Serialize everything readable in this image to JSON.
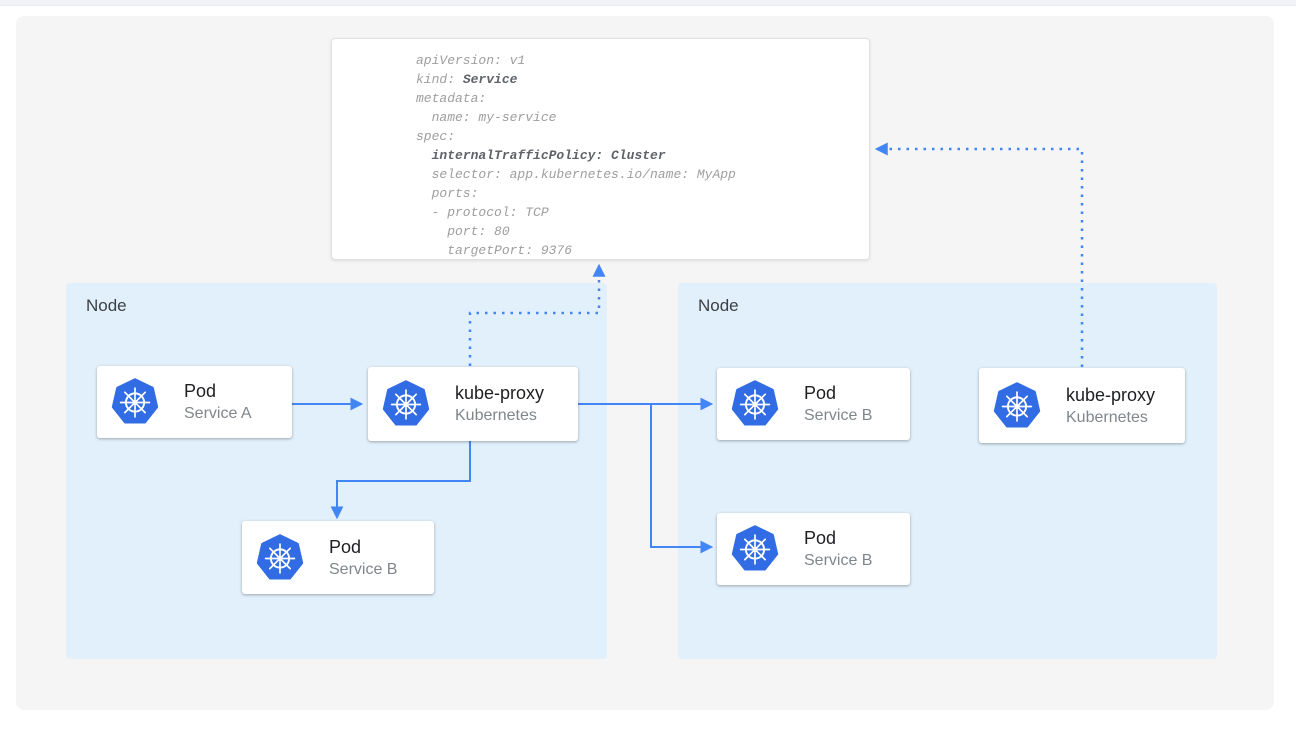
{
  "colors": {
    "arrow_accent": "#4285f4",
    "kubernetes_blue": "#326ce5",
    "node_panel_bg": "#e2f0fc",
    "canvas_bg": "#f5f5f6",
    "code_text": "#9e9e9e",
    "code_bold_text": "#5f6368"
  },
  "yaml_card": {
    "code_lines": [
      {
        "segments": [
          {
            "text": "apiVersion: v1",
            "bold": false
          }
        ]
      },
      {
        "segments": [
          {
            "text": "kind: ",
            "bold": false
          },
          {
            "text": "Service",
            "bold": true
          }
        ]
      },
      {
        "segments": [
          {
            "text": "metadata:",
            "bold": false
          }
        ]
      },
      {
        "segments": [
          {
            "text": "  name: my-service",
            "bold": false
          }
        ]
      },
      {
        "segments": [
          {
            "text": "spec:",
            "bold": false
          }
        ]
      },
      {
        "segments": [
          {
            "text": "  ",
            "bold": false
          },
          {
            "text": "internalTrafficPolicy: Cluster",
            "bold": true
          }
        ]
      },
      {
        "segments": [
          {
            "text": "  selector: app.kubernetes.io/name: MyApp",
            "bold": false
          }
        ]
      },
      {
        "segments": [
          {
            "text": "  ports:",
            "bold": false
          }
        ]
      },
      {
        "segments": [
          {
            "text": "  - protocol: TCP",
            "bold": false
          }
        ]
      },
      {
        "segments": [
          {
            "text": "    port: 80",
            "bold": false
          }
        ]
      },
      {
        "segments": [
          {
            "text": "    targetPort: 9376",
            "bold": false
          }
        ]
      }
    ]
  },
  "nodes": [
    {
      "label": "Node"
    },
    {
      "label": "Node"
    }
  ],
  "cards": [
    {
      "icon": "kubernetes-icon",
      "title": "Pod",
      "subtitle": "Service A"
    },
    {
      "icon": "kubernetes-icon",
      "title": "kube-proxy",
      "subtitle": "Kubernetes"
    },
    {
      "icon": "kubernetes-icon",
      "title": "Pod",
      "subtitle": "Service B"
    },
    {
      "icon": "kubernetes-icon",
      "title": "Pod",
      "subtitle": "Service B"
    },
    {
      "icon": "kubernetes-icon",
      "title": "Pod",
      "subtitle": "Service B"
    },
    {
      "icon": "kubernetes-icon",
      "title": "kube-proxy",
      "subtitle": "Kubernetes"
    }
  ]
}
